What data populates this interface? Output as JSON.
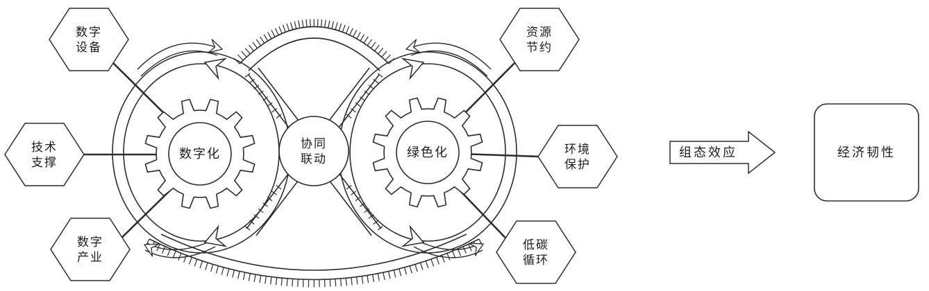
{
  "diagram": {
    "left_hexagons": [
      {
        "line1": "数字",
        "line2": "设备"
      },
      {
        "line1": "技术",
        "line2": "支撑"
      },
      {
        "line1": "数字",
        "line2": "产业"
      }
    ],
    "right_hexagons": [
      {
        "line1": "资源",
        "line2": "节约"
      },
      {
        "line1": "环境",
        "line2": "保护"
      },
      {
        "line1": "低碳",
        "line2": "循环"
      }
    ],
    "left_gear_label": "数字化",
    "right_gear_label": "绿色化",
    "center_line1": "协同",
    "center_line2": "联动",
    "effect_label": "组态效应",
    "outcome_label": "经济韧性"
  },
  "colors": {
    "stroke": "#2b2b2b",
    "fill": "#ffffff"
  }
}
